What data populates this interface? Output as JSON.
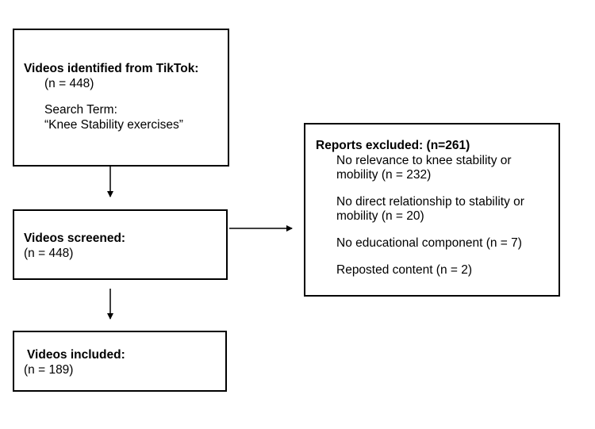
{
  "identified": {
    "title": "Videos identified from TikTok:",
    "count": "(n = 448)",
    "search_label": "Search Term:",
    "search_term": "“Knee Stability exercises”"
  },
  "screened": {
    "title": "Videos screened:",
    "count": "(n = 448)"
  },
  "included": {
    "title": "Videos included:",
    "count": "(n = 189)"
  },
  "excluded": {
    "title": "Reports excluded: (n=261)",
    "reasons": [
      {
        "line1": "No relevance to knee stability or",
        "line2": "mobility (n = 232)"
      },
      {
        "line1": "No direct relationship to stability or",
        "line2": "mobility (n = 20)"
      },
      {
        "line1": "No educational component (n = 7)"
      },
      {
        "line1": "Reposted content (n = 2)"
      }
    ]
  }
}
